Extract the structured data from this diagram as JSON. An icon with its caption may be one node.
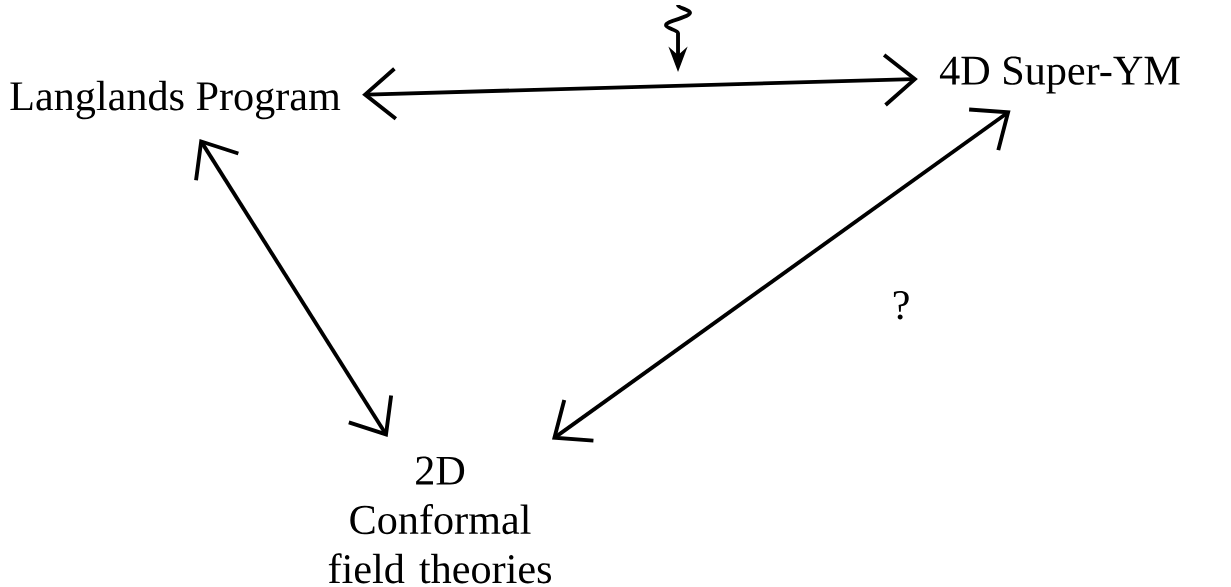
{
  "diagram": {
    "nodes": [
      {
        "text": [
          "Langlands Program"
        ]
      },
      {
        "text": [
          "4D Super-YM"
        ]
      },
      {
        "text": [
          "2D Conformal field theories"
        ]
      }
    ],
    "edges": [
      {
        "from": 0,
        "to": 1,
        "arrow": "both"
      },
      {
        "from": 0,
        "to": 2,
        "arrow": "both"
      },
      {
        "from": 2,
        "to": 1,
        "arrow": "both",
        "label": "?"
      }
    ]
  }
}
